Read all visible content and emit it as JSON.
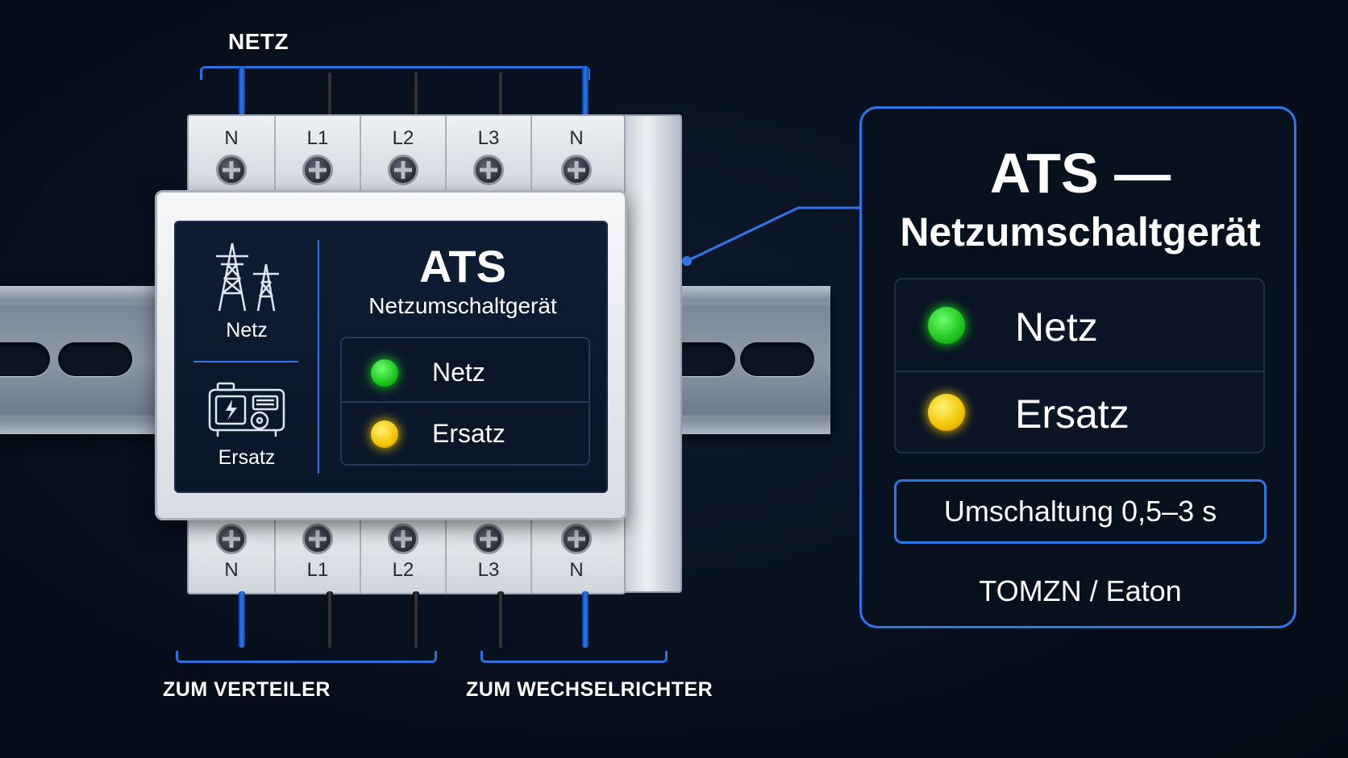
{
  "labels": {
    "top_supply": "NETZ",
    "bottom_left": "ZUM VERTEILER",
    "bottom_right": "ZUM WECHSELRICHTER"
  },
  "terminals_top": [
    "N",
    "L1",
    "L2",
    "L3",
    "N"
  ],
  "terminals_bottom": [
    "N",
    "L1",
    "L2",
    "L3",
    "N"
  ],
  "device": {
    "title": "ATS",
    "subtitle": "Netzumschaltgerät",
    "source_grid_label": "Netz",
    "source_backup_label": "Ersatz",
    "indicators": [
      {
        "label": "Netz",
        "color": "#1ec41e"
      },
      {
        "label": "Ersatz",
        "color": "#f3c400"
      }
    ]
  },
  "callout": {
    "title_line1": "ATS —",
    "title_line2": "Netzumschaltgerät",
    "indicators": [
      {
        "label": "Netz",
        "color": "#1ec41e"
      },
      {
        "label": "Ersatz",
        "color": "#f3c400"
      }
    ],
    "switch_time": "Umschaltung 0,5–3 s",
    "brands": "TOMZN / Eaton"
  },
  "colors": {
    "accent": "#2f76e8",
    "background": "#07101d"
  }
}
